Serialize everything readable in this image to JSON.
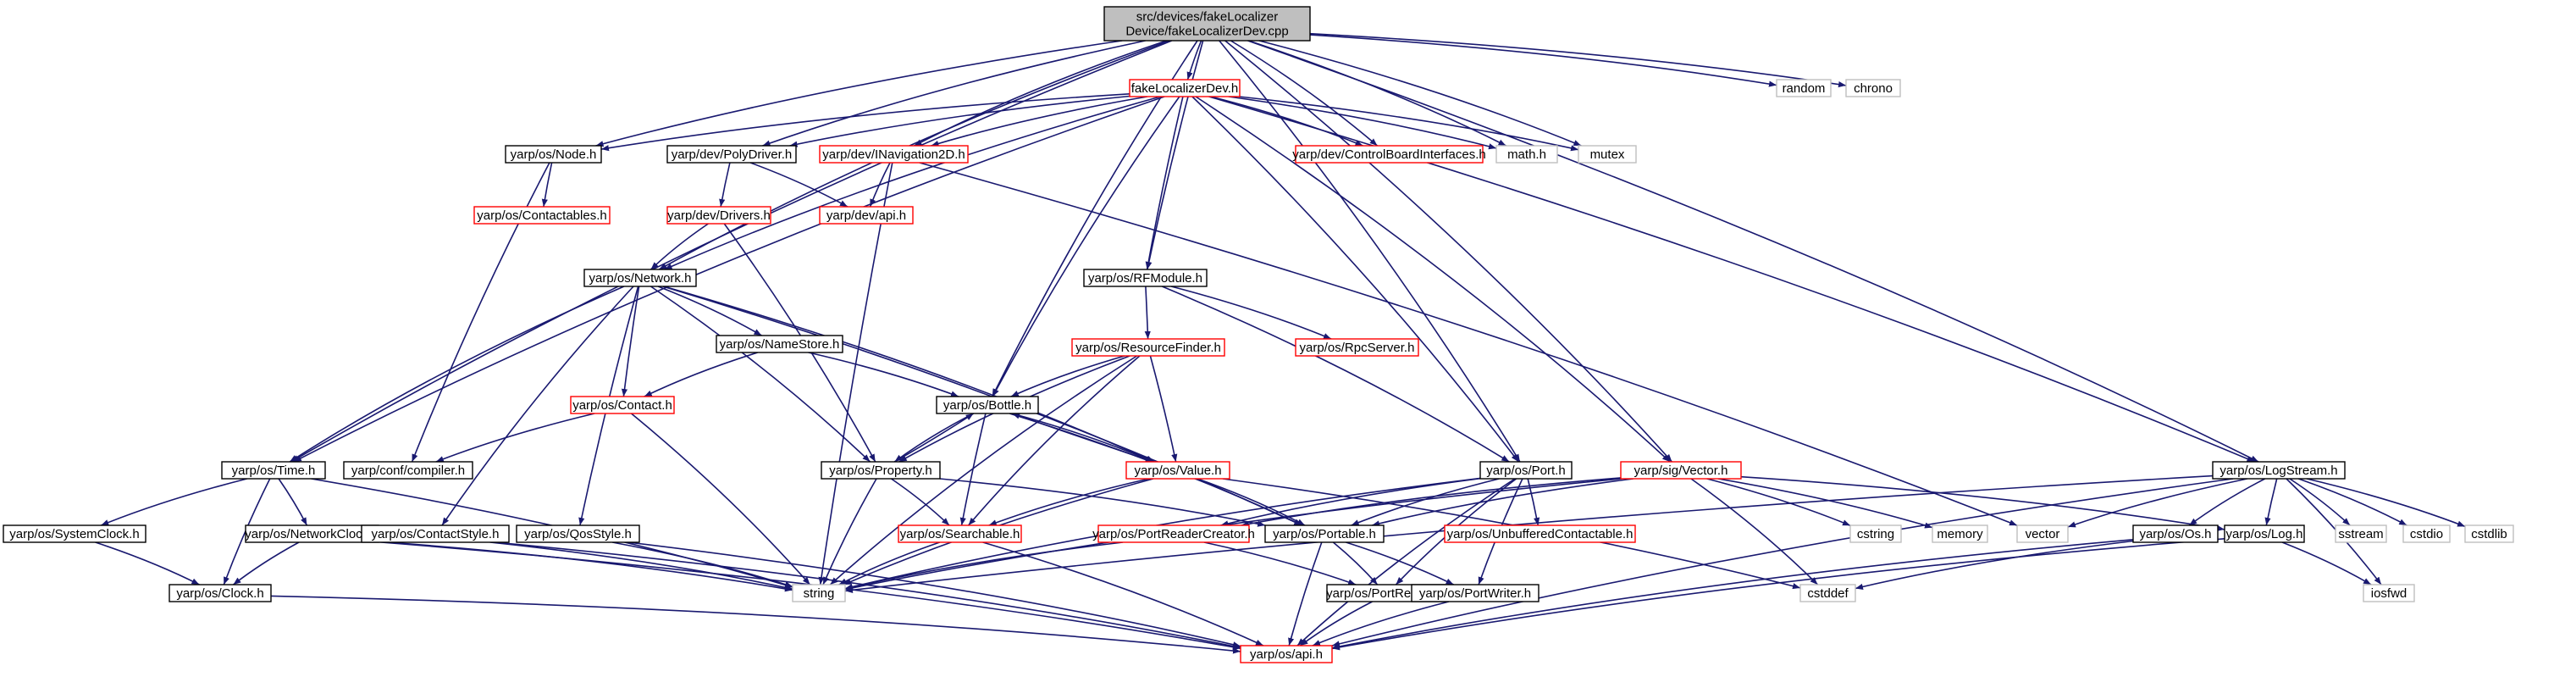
{
  "diagram": {
    "nodes": [
      {
        "id": "root",
        "label": [
          "src/devices/fakeLocalizer",
          "Device/fakeLocalizerDev.cpp"
        ],
        "style": "root"
      },
      {
        "id": "fakeh",
        "label": [
          "fakeLocalizerDev.h"
        ],
        "style": "red"
      },
      {
        "id": "random",
        "label": [
          "random"
        ],
        "style": "grey"
      },
      {
        "id": "chrono",
        "label": [
          "chrono"
        ],
        "style": "grey"
      },
      {
        "id": "node",
        "label": [
          "yarp/os/Node.h"
        ],
        "style": "normal"
      },
      {
        "id": "polydriver",
        "label": [
          "yarp/dev/PolyDriver.h"
        ],
        "style": "normal"
      },
      {
        "id": "inav",
        "label": [
          "yarp/dev/INavigation2D.h"
        ],
        "style": "red"
      },
      {
        "id": "cbi",
        "label": [
          "yarp/dev/ControlBoardInterfaces.h"
        ],
        "style": "red"
      },
      {
        "id": "math",
        "label": [
          "math.h"
        ],
        "style": "grey"
      },
      {
        "id": "mutex",
        "label": [
          "mutex"
        ],
        "style": "grey"
      },
      {
        "id": "contactables",
        "label": [
          "yarp/os/Contactables.h"
        ],
        "style": "red"
      },
      {
        "id": "drivers",
        "label": [
          "yarp/dev/Drivers.h"
        ],
        "style": "red"
      },
      {
        "id": "devapi",
        "label": [
          "yarp/dev/api.h"
        ],
        "style": "red"
      },
      {
        "id": "network",
        "label": [
          "yarp/os/Network.h"
        ],
        "style": "normal"
      },
      {
        "id": "rfmodule",
        "label": [
          "yarp/os/RFModule.h"
        ],
        "style": "normal"
      },
      {
        "id": "resfinder",
        "label": [
          "yarp/os/ResourceFinder.h"
        ],
        "style": "red"
      },
      {
        "id": "rpcserver",
        "label": [
          "yarp/os/RpcServer.h"
        ],
        "style": "red"
      },
      {
        "id": "namestore",
        "label": [
          "yarp/os/NameStore.h"
        ],
        "style": "normal"
      },
      {
        "id": "bottle",
        "label": [
          "yarp/os/Bottle.h"
        ],
        "style": "normal"
      },
      {
        "id": "contact",
        "label": [
          "yarp/os/Contact.h"
        ],
        "style": "red"
      },
      {
        "id": "compiler",
        "label": [
          "yarp/conf/compiler.h"
        ],
        "style": "normal"
      },
      {
        "id": "time",
        "label": [
          "yarp/os/Time.h"
        ],
        "style": "normal"
      },
      {
        "id": "property",
        "label": [
          "yarp/os/Property.h"
        ],
        "style": "normal"
      },
      {
        "id": "value",
        "label": [
          "yarp/os/Value.h"
        ],
        "style": "red"
      },
      {
        "id": "port",
        "label": [
          "yarp/os/Port.h"
        ],
        "style": "normal"
      },
      {
        "id": "vector",
        "label": [
          "yarp/sig/Vector.h"
        ],
        "style": "red"
      },
      {
        "id": "logstream",
        "label": [
          "yarp/os/LogStream.h"
        ],
        "style": "normal"
      },
      {
        "id": "sysclock",
        "label": [
          "yarp/os/SystemClock.h"
        ],
        "style": "normal"
      },
      {
        "id": "netclock",
        "label": [
          "yarp/os/NetworkClock.h"
        ],
        "style": "normal"
      },
      {
        "id": "contactstyle",
        "label": [
          "yarp/os/ContactStyle.h"
        ],
        "style": "normal"
      },
      {
        "id": "qosstyle",
        "label": [
          "yarp/os/QosStyle.h"
        ],
        "style": "normal"
      },
      {
        "id": "searchable",
        "label": [
          "yarp/os/Searchable.h"
        ],
        "style": "red"
      },
      {
        "id": "prcreator",
        "label": [
          "yarp/os/PortReaderCreator.h"
        ],
        "style": "red"
      },
      {
        "id": "portable",
        "label": [
          "yarp/os/Portable.h"
        ],
        "style": "normal"
      },
      {
        "id": "unbuf",
        "label": [
          "yarp/os/UnbufferedContactable.h"
        ],
        "style": "red"
      },
      {
        "id": "cstring",
        "label": [
          "cstring"
        ],
        "style": "grey"
      },
      {
        "id": "memory",
        "label": [
          "memory"
        ],
        "style": "grey"
      },
      {
        "id": "vectorstd",
        "label": [
          "vector"
        ],
        "style": "grey"
      },
      {
        "id": "os",
        "label": [
          "yarp/os/Os.h"
        ],
        "style": "normal"
      },
      {
        "id": "log",
        "label": [
          "yarp/os/Log.h"
        ],
        "style": "normal"
      },
      {
        "id": "sstream",
        "label": [
          "sstream"
        ],
        "style": "grey"
      },
      {
        "id": "cstdio",
        "label": [
          "cstdio"
        ],
        "style": "grey"
      },
      {
        "id": "cstdlib",
        "label": [
          "cstdlib"
        ],
        "style": "grey"
      },
      {
        "id": "clock",
        "label": [
          "yarp/os/Clock.h"
        ],
        "style": "normal"
      },
      {
        "id": "string",
        "label": [
          "string"
        ],
        "style": "grey"
      },
      {
        "id": "cstddef",
        "label": [
          "cstddef"
        ],
        "style": "grey"
      },
      {
        "id": "portreader",
        "label": [
          "yarp/os/PortReader.h"
        ],
        "style": "normal"
      },
      {
        "id": "portwriter",
        "label": [
          "yarp/os/PortWriter.h"
        ],
        "style": "normal"
      },
      {
        "id": "iosfwd",
        "label": [
          "iosfwd"
        ],
        "style": "grey"
      },
      {
        "id": "osapi",
        "label": [
          "yarp/os/api.h"
        ],
        "style": "red"
      }
    ],
    "edges": [
      [
        "root",
        "fakeh"
      ],
      [
        "root",
        "random"
      ],
      [
        "root",
        "chrono"
      ],
      [
        "root",
        "node"
      ],
      [
        "root",
        "polydriver"
      ],
      [
        "root",
        "inav"
      ],
      [
        "root",
        "cbi"
      ],
      [
        "root",
        "math"
      ],
      [
        "root",
        "mutex"
      ],
      [
        "root",
        "network"
      ],
      [
        "root",
        "rfmodule"
      ],
      [
        "root",
        "bottle"
      ],
      [
        "root",
        "time"
      ],
      [
        "root",
        "port"
      ],
      [
        "root",
        "vector"
      ],
      [
        "root",
        "logstream"
      ],
      [
        "fakeh",
        "node"
      ],
      [
        "fakeh",
        "polydriver"
      ],
      [
        "fakeh",
        "inav"
      ],
      [
        "fakeh",
        "cbi"
      ],
      [
        "fakeh",
        "math"
      ],
      [
        "fakeh",
        "mutex"
      ],
      [
        "fakeh",
        "network"
      ],
      [
        "fakeh",
        "rfmodule"
      ],
      [
        "fakeh",
        "bottle"
      ],
      [
        "fakeh",
        "time"
      ],
      [
        "fakeh",
        "port"
      ],
      [
        "fakeh",
        "vector"
      ],
      [
        "fakeh",
        "logstream"
      ],
      [
        "node",
        "contactables"
      ],
      [
        "node",
        "compiler"
      ],
      [
        "polydriver",
        "drivers"
      ],
      [
        "polydriver",
        "devapi"
      ],
      [
        "inav",
        "devapi"
      ],
      [
        "inav",
        "string"
      ],
      [
        "inav",
        "vectorstd"
      ],
      [
        "drivers",
        "network"
      ],
      [
        "drivers",
        "property"
      ],
      [
        "network",
        "namestore"
      ],
      [
        "network",
        "contact"
      ],
      [
        "network",
        "time"
      ],
      [
        "network",
        "property"
      ],
      [
        "network",
        "value"
      ],
      [
        "network",
        "portable"
      ],
      [
        "network",
        "contactstyle"
      ],
      [
        "network",
        "qosstyle"
      ],
      [
        "rfmodule",
        "resfinder"
      ],
      [
        "rfmodule",
        "rpcserver"
      ],
      [
        "rfmodule",
        "port"
      ],
      [
        "resfinder",
        "bottle"
      ],
      [
        "resfinder",
        "property"
      ],
      [
        "resfinder",
        "value"
      ],
      [
        "resfinder",
        "searchable"
      ],
      [
        "resfinder",
        "string"
      ],
      [
        "namestore",
        "contact"
      ],
      [
        "namestore",
        "bottle"
      ],
      [
        "bottle",
        "property"
      ],
      [
        "bottle",
        "value"
      ],
      [
        "bottle",
        "searchable"
      ],
      [
        "bottle",
        "portable"
      ],
      [
        "contact",
        "compiler"
      ],
      [
        "contact",
        "string"
      ],
      [
        "time",
        "sysclock"
      ],
      [
        "time",
        "netclock"
      ],
      [
        "time",
        "clock"
      ],
      [
        "time",
        "string"
      ],
      [
        "property",
        "bottle"
      ],
      [
        "property",
        "searchable"
      ],
      [
        "property",
        "string"
      ],
      [
        "property",
        "portable"
      ],
      [
        "value",
        "bottle"
      ],
      [
        "value",
        "searchable"
      ],
      [
        "value",
        "string"
      ],
      [
        "value",
        "portable"
      ],
      [
        "value",
        "cstddef"
      ],
      [
        "port",
        "prcreator"
      ],
      [
        "port",
        "portable"
      ],
      [
        "port",
        "unbuf"
      ],
      [
        "port",
        "portreader"
      ],
      [
        "port",
        "portwriter"
      ],
      [
        "port",
        "string"
      ],
      [
        "port",
        "osapi"
      ],
      [
        "vector",
        "prcreator"
      ],
      [
        "vector",
        "portable"
      ],
      [
        "vector",
        "cstring"
      ],
      [
        "vector",
        "memory"
      ],
      [
        "vector",
        "log"
      ],
      [
        "vector",
        "cstddef"
      ],
      [
        "vector",
        "string"
      ],
      [
        "logstream",
        "vectorstd"
      ],
      [
        "logstream",
        "os"
      ],
      [
        "logstream",
        "log"
      ],
      [
        "logstream",
        "sstream"
      ],
      [
        "logstream",
        "cstdio"
      ],
      [
        "logstream",
        "cstdlib"
      ],
      [
        "logstream",
        "string"
      ],
      [
        "logstream",
        "iosfwd"
      ],
      [
        "logstream",
        "osapi"
      ],
      [
        "sysclock",
        "clock"
      ],
      [
        "netclock",
        "clock"
      ],
      [
        "netclock",
        "string"
      ],
      [
        "netclock",
        "osapi"
      ],
      [
        "contactstyle",
        "string"
      ],
      [
        "contactstyle",
        "osapi"
      ],
      [
        "qosstyle",
        "string"
      ],
      [
        "qosstyle",
        "osapi"
      ],
      [
        "searchable",
        "string"
      ],
      [
        "searchable",
        "osapi"
      ],
      [
        "prcreator",
        "portreader"
      ],
      [
        "prcreator",
        "string"
      ],
      [
        "portable",
        "portreader"
      ],
      [
        "portable",
        "portwriter"
      ],
      [
        "portable",
        "osapi"
      ],
      [
        "os",
        "cstddef"
      ],
      [
        "os",
        "osapi"
      ],
      [
        "log",
        "iosfwd"
      ],
      [
        "log",
        "osapi"
      ],
      [
        "clock",
        "osapi"
      ],
      [
        "portreader",
        "osapi"
      ],
      [
        "portwriter",
        "osapi"
      ]
    ]
  }
}
